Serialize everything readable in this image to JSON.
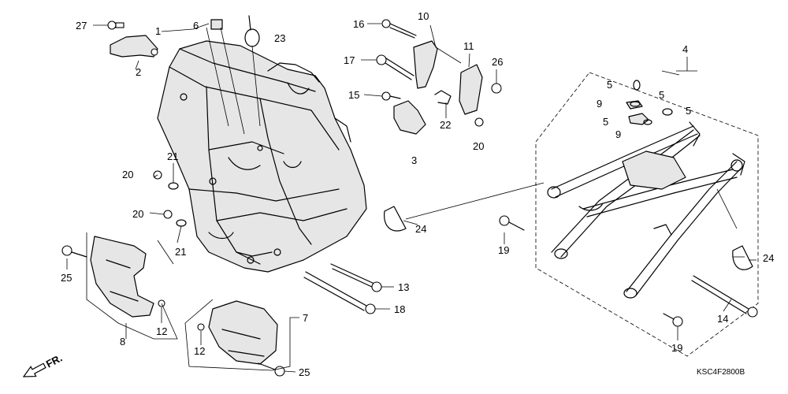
{
  "diagram": {
    "drawing_code": "KSC4F2800B",
    "front_indicator": "FR."
  },
  "callouts": [
    {
      "id": "c27",
      "text": "27"
    },
    {
      "id": "c1",
      "text": "1"
    },
    {
      "id": "c6",
      "text": "6"
    },
    {
      "id": "c23",
      "text": "23"
    },
    {
      "id": "c2",
      "text": "2"
    },
    {
      "id": "c16",
      "text": "16"
    },
    {
      "id": "c10",
      "text": "10"
    },
    {
      "id": "c17",
      "text": "17"
    },
    {
      "id": "c11",
      "text": "11"
    },
    {
      "id": "c26",
      "text": "26"
    },
    {
      "id": "c15",
      "text": "15"
    },
    {
      "id": "c22",
      "text": "22"
    },
    {
      "id": "c20a",
      "text": "20"
    },
    {
      "id": "c3",
      "text": "3"
    },
    {
      "id": "c4",
      "text": "4"
    },
    {
      "id": "c5a",
      "text": "5"
    },
    {
      "id": "c5b",
      "text": "5"
    },
    {
      "id": "c5c",
      "text": "5"
    },
    {
      "id": "c5d",
      "text": "5"
    },
    {
      "id": "c9a",
      "text": "9"
    },
    {
      "id": "c9b",
      "text": "9"
    },
    {
      "id": "c20b",
      "text": "20"
    },
    {
      "id": "c21a",
      "text": "21"
    },
    {
      "id": "c20c",
      "text": "20"
    },
    {
      "id": "c21b",
      "text": "21"
    },
    {
      "id": "c24a",
      "text": "24"
    },
    {
      "id": "c19a",
      "text": "19"
    },
    {
      "id": "c24b",
      "text": "24"
    },
    {
      "id": "c25a",
      "text": "25"
    },
    {
      "id": "c13",
      "text": "13"
    },
    {
      "id": "c18",
      "text": "18"
    },
    {
      "id": "c12a",
      "text": "12"
    },
    {
      "id": "c8",
      "text": "8"
    },
    {
      "id": "c7",
      "text": "7"
    },
    {
      "id": "c12b",
      "text": "12"
    },
    {
      "id": "c25b",
      "text": "25"
    },
    {
      "id": "c14",
      "text": "14"
    },
    {
      "id": "c19b",
      "text": "19"
    }
  ]
}
